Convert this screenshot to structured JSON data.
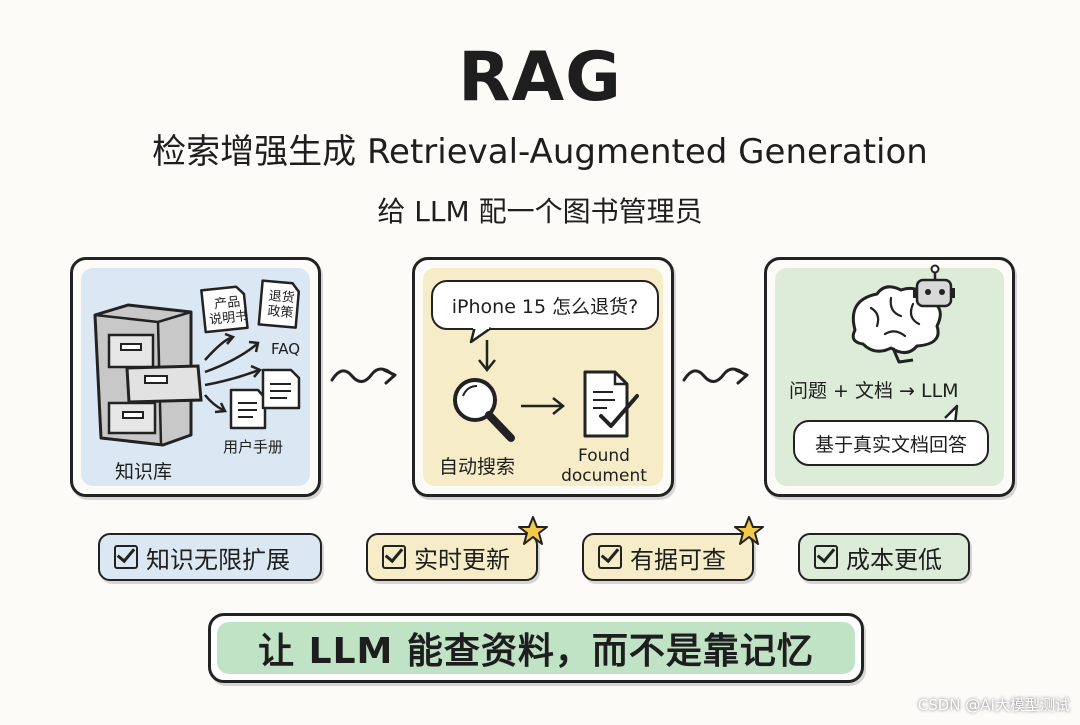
{
  "title": "RAG",
  "subtitle": "检索增强生成 Retrieval-Augmented Generation",
  "tagline": "给 LLM 配一个图书管理员",
  "panels": {
    "knowledge_base": {
      "label": "知识库",
      "doc_product_manual": "产品\n说明书",
      "doc_return_policy": "退货\n政策",
      "doc_faq": "FAQ",
      "doc_user_manual": "用户手册"
    },
    "search": {
      "question": "iPhone 15 怎么退货?",
      "search_label": "自动搜索",
      "found_label": "Found\ndocument"
    },
    "generate": {
      "formula": "问题 + 文档 → LLM",
      "answer": "基于真实文档回答"
    }
  },
  "benefits": [
    {
      "label": "知识无限扩展",
      "color": "#dce7f4",
      "star": false
    },
    {
      "label": "实时更新",
      "color": "#f6ecc7",
      "star": true
    },
    {
      "label": "有据可查",
      "color": "#f6ecc7",
      "star": true
    },
    {
      "label": "成本更低",
      "color": "#dcecd9",
      "star": false
    }
  ],
  "banner": "让 LLM 能查资料，而不是靠记忆",
  "watermark": "CSDN @AI大模型测试"
}
